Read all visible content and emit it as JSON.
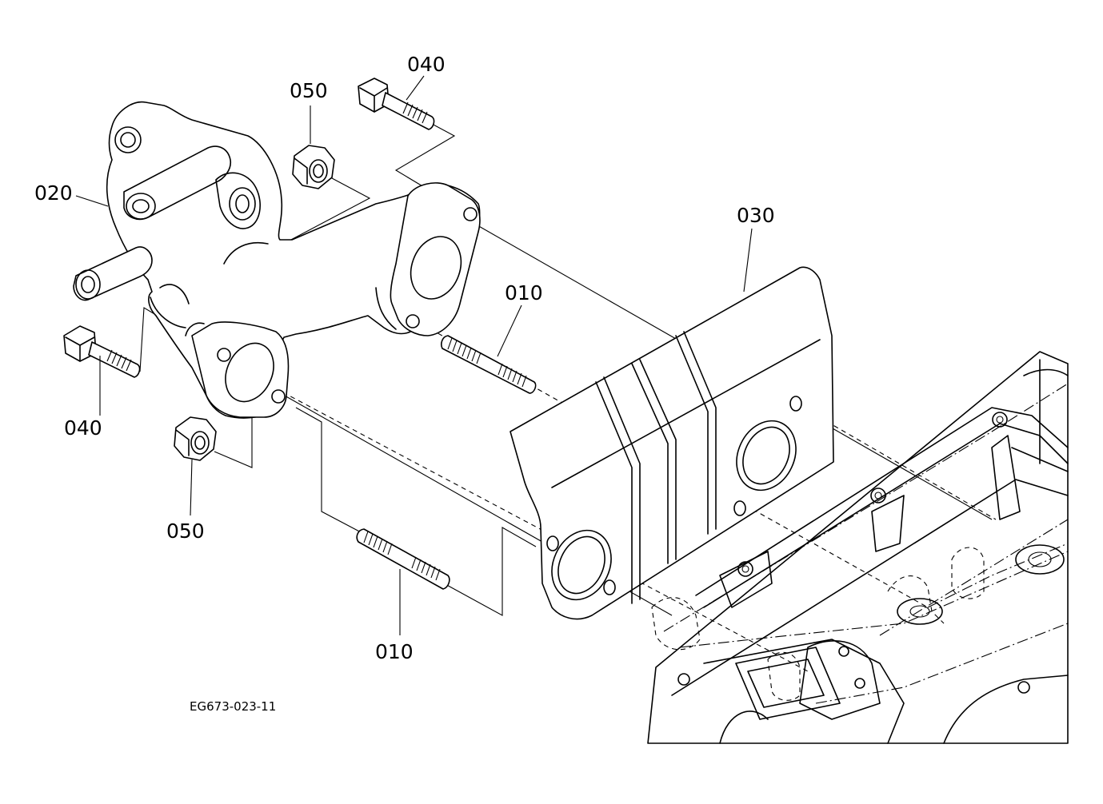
{
  "callouts": {
    "part_010_upper": "010",
    "part_010_lower": "010",
    "part_020": "020",
    "part_030": "030",
    "part_040_upper": "040",
    "part_040_lower": "040",
    "part_050_upper": "050",
    "part_050_lower": "050"
  },
  "drawing_number": "EG673-023-11"
}
